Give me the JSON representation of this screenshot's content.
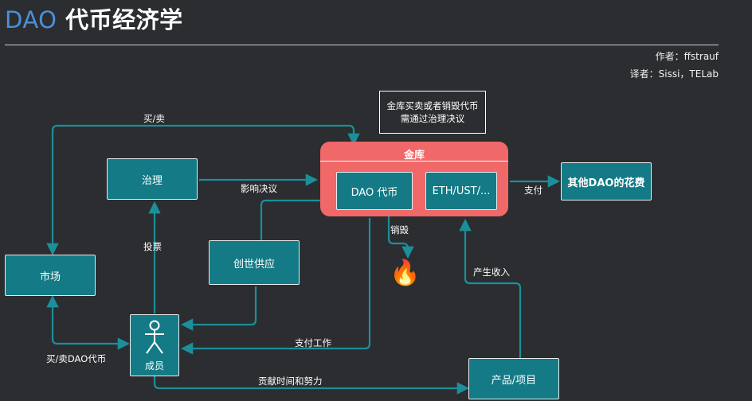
{
  "header": {
    "title_dao": "DAO",
    "title_rest": " 代币经济学",
    "author": "作者：ffstrauf",
    "translator": "译者：Sissi，TELab"
  },
  "nodes": {
    "governance": "治理",
    "market": "市场",
    "genesis": "创世供应",
    "members": "成员",
    "product": "产品/项目",
    "other_dao": "其他DAO的花费",
    "treasury": "金库",
    "dao_token": "DAO 代币",
    "eth_ust": "ETH/UST/..."
  },
  "note": {
    "line1": "金库买卖或者销毁代币",
    "line2": "需通过治理决议"
  },
  "edges": {
    "buy_sell": "买/卖",
    "influence": "影响决议",
    "pay": "支付",
    "burn": "销毁",
    "vote": "投票",
    "revenue": "产生收入",
    "pay_work": "支付工作",
    "buy_sell_dao": "买/卖DAO代币",
    "contribute": "贡献时间和努力"
  },
  "colors": {
    "background": "#2b2d30",
    "node_fill": "#137a86",
    "treasury_fill": "#f06868",
    "arrow": "#1b8f9a",
    "title_accent": "#4a90d9"
  },
  "icons": {
    "members": "person-icon",
    "burn": "fire-icon"
  }
}
